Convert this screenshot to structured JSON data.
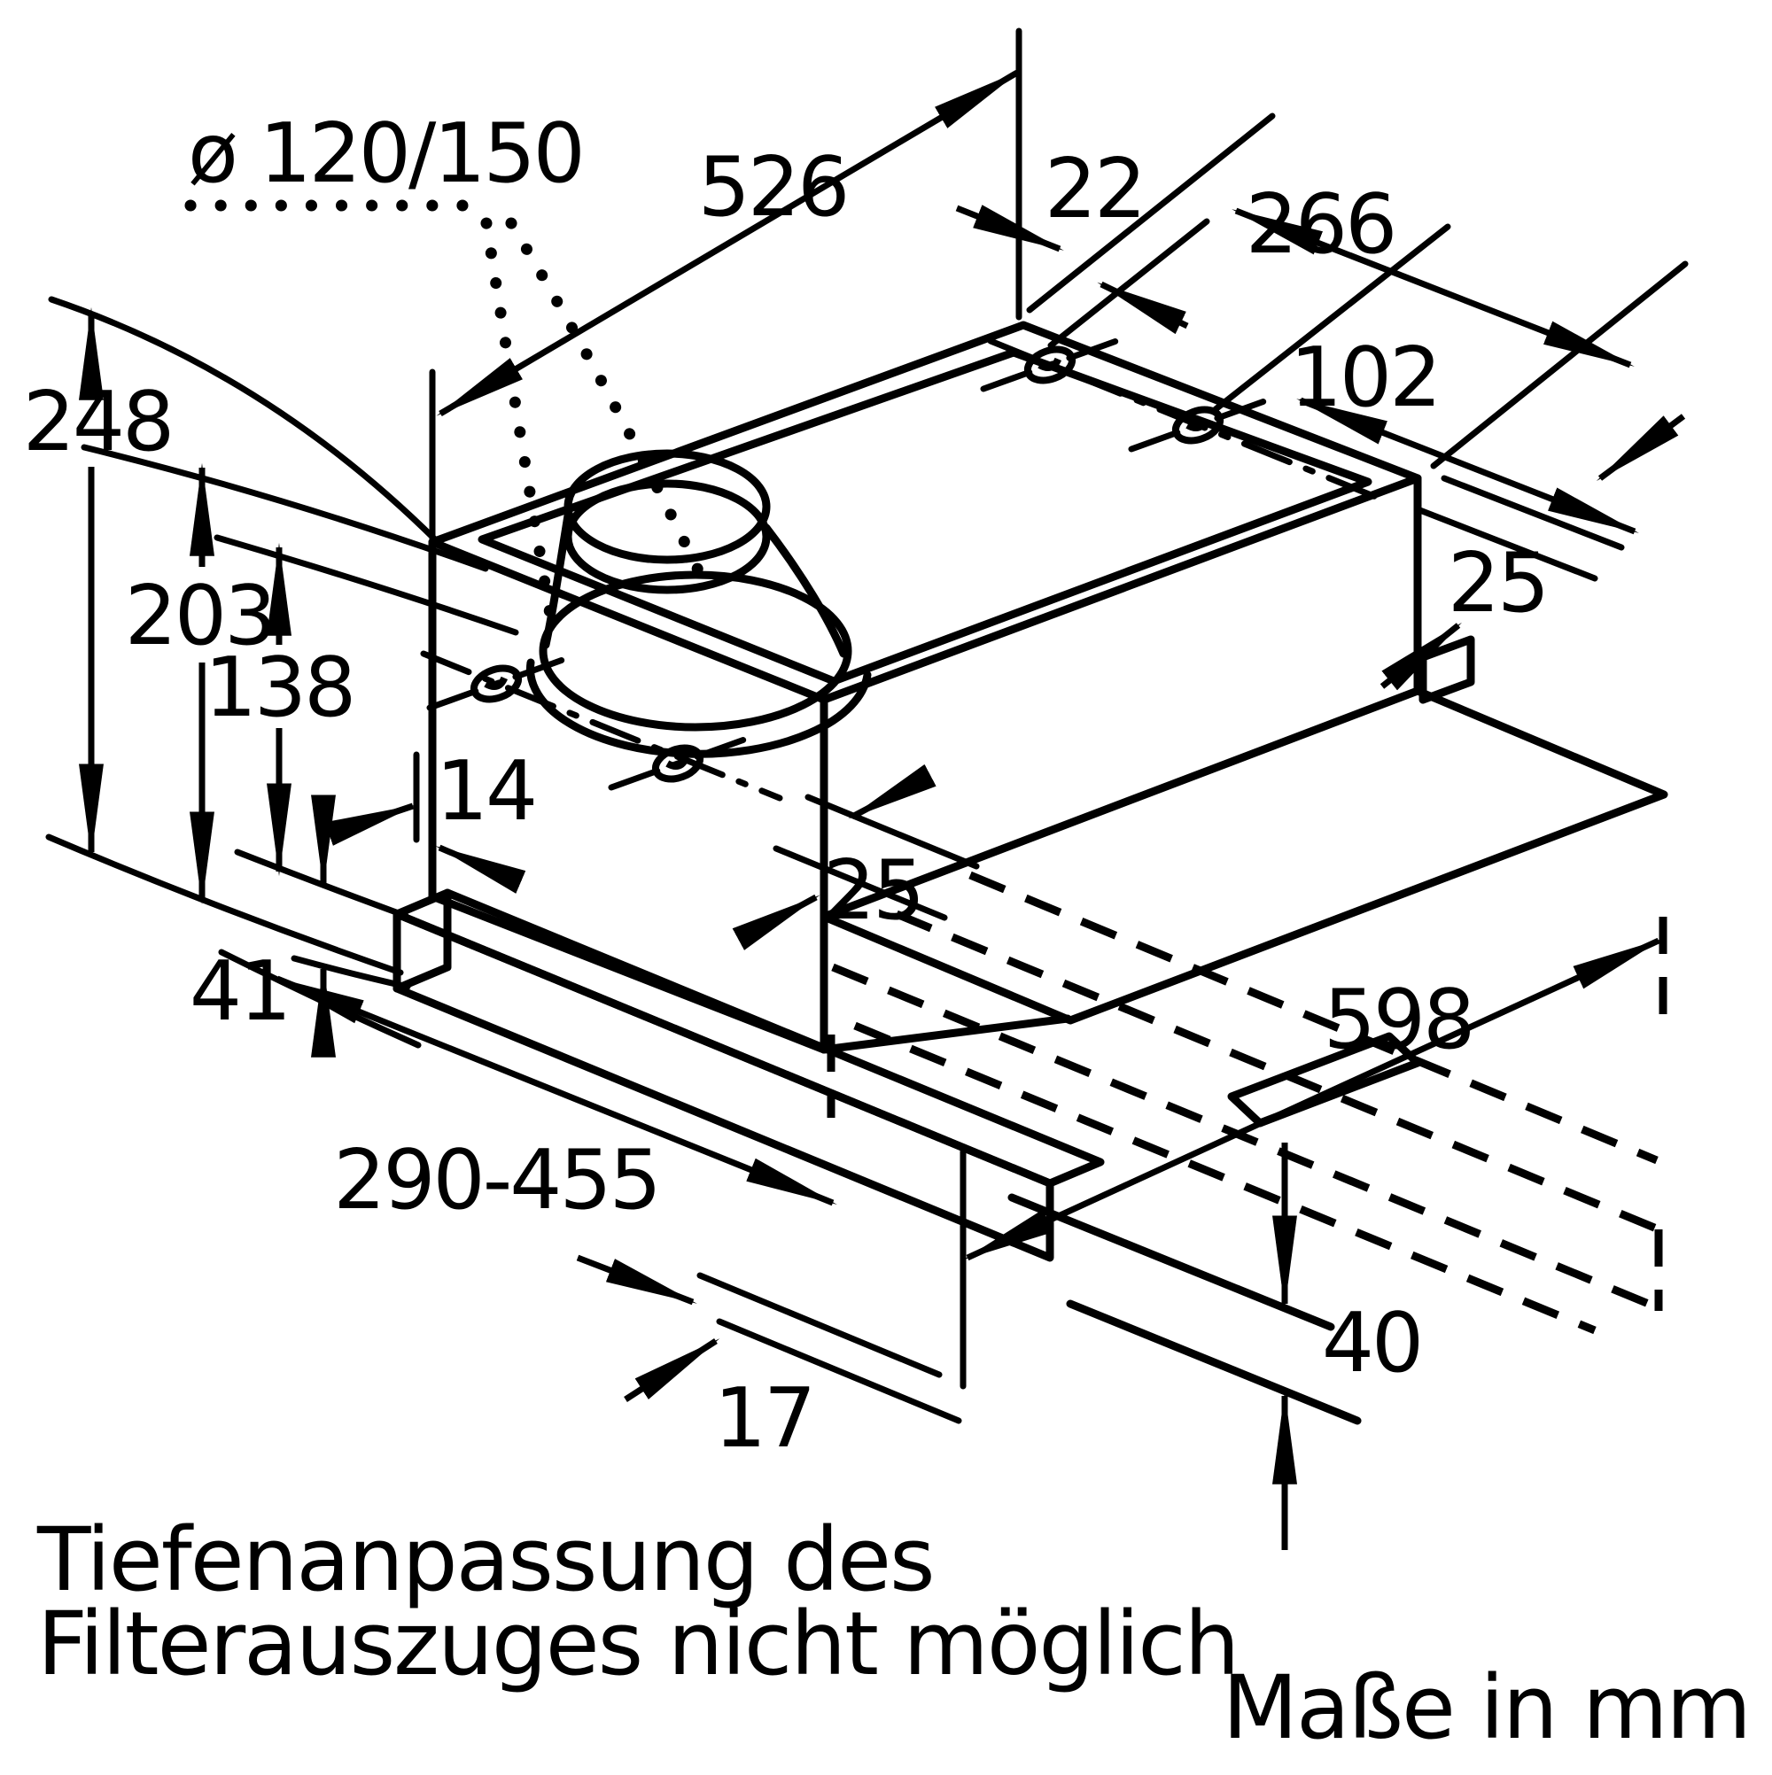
{
  "diagram": {
    "background_color": "#ffffff",
    "line_color": "#000000",
    "labels": {
      "duct_diameter": "ø 120/150",
      "depth_top": "526",
      "rim_back": "22",
      "top_right_width": "266",
      "hole_offset": "102",
      "rim_right": "25",
      "height_total": "248",
      "height_body": "203",
      "height_inner": "138",
      "gap_left": "14",
      "rim_front": "25",
      "front_bar_height": "41",
      "telescopic_range": "290-455",
      "hood_width": "598",
      "visor_height": "40",
      "strip_height": "17"
    },
    "notes": {
      "line1": "Tiefenanpassung des",
      "line2": "Filterauszuges nicht möglich",
      "units": "Maße in mm"
    }
  }
}
